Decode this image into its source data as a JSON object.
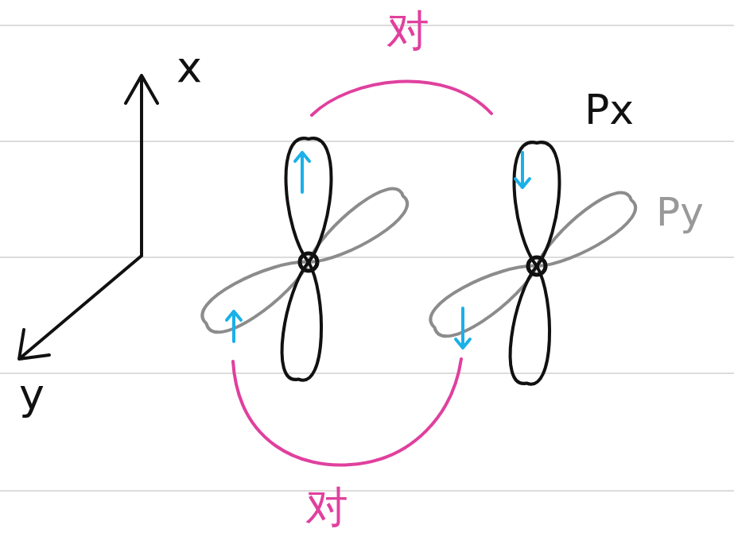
{
  "diagram": {
    "labels": [
      "x",
      "对",
      "Px",
      "Py",
      "y",
      "对"
    ]
  }
}
